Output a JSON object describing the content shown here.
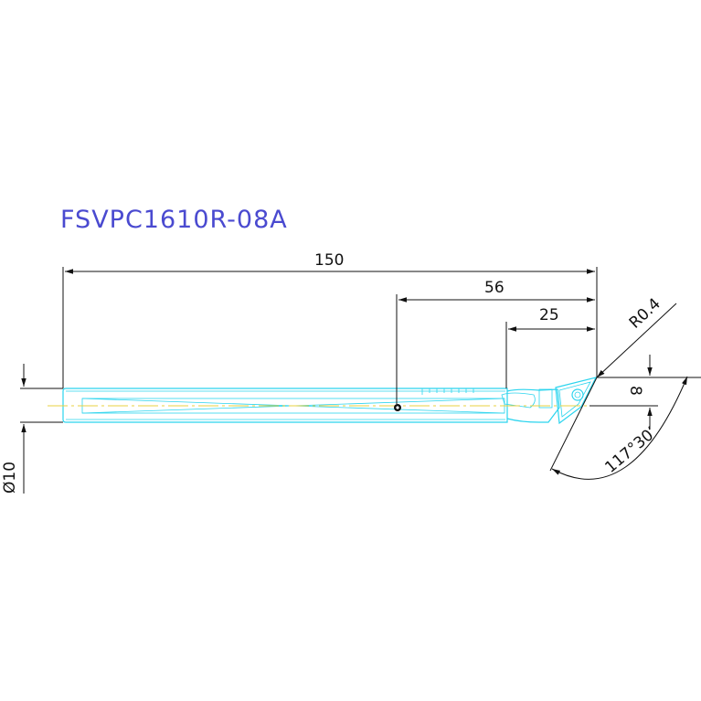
{
  "title": "FSVPC1610R-08A",
  "dimensions": {
    "overall_length": "150",
    "length_56": "56",
    "length_25": "25",
    "corner_radius": "R0.4",
    "height": "8",
    "angle": "117°30′",
    "diameter": "Ø10"
  },
  "colors": {
    "outline": "#2ad4ee",
    "centerline": "#e8d040",
    "dimension": "#111111",
    "title": "#4a4ad0"
  }
}
